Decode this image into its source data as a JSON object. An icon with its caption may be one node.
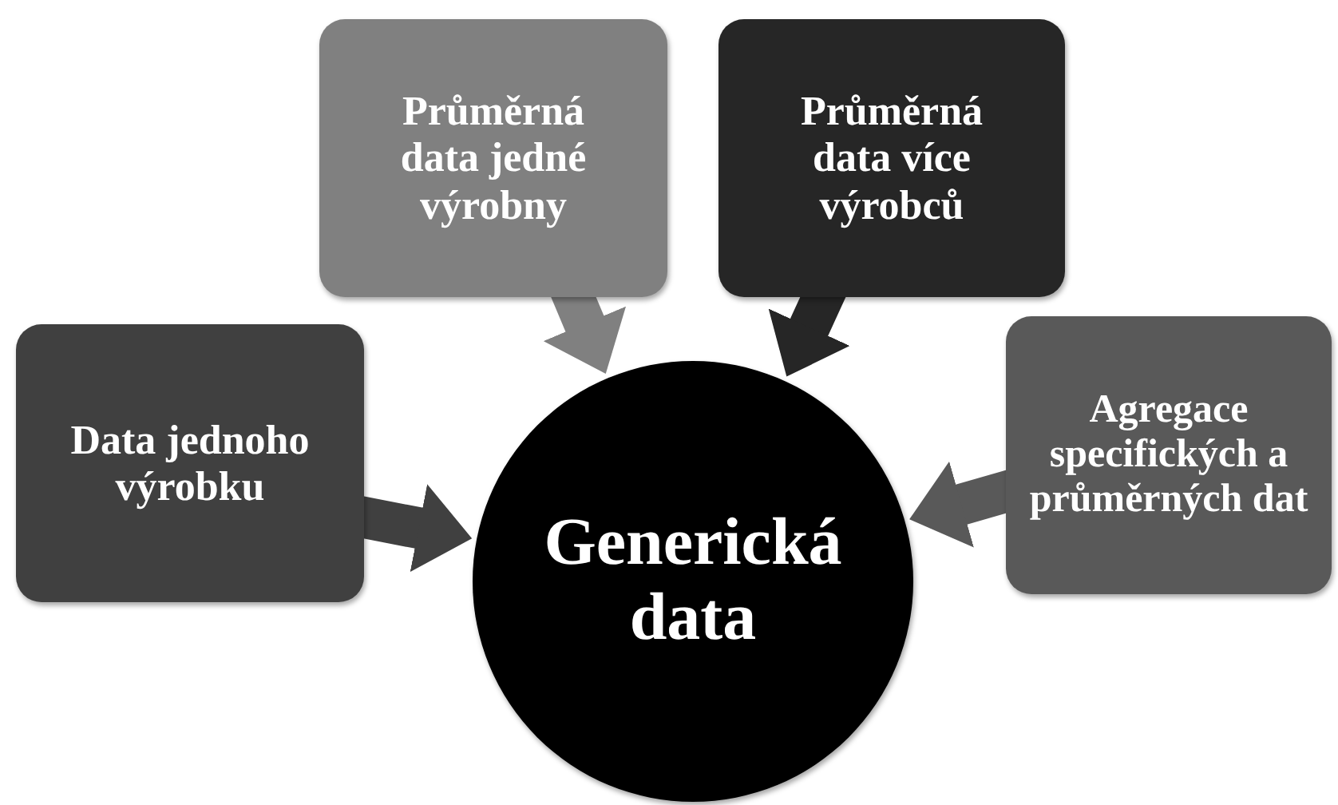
{
  "diagram": {
    "nodes": [
      {
        "text": [
          "Průměrná data jedné výrobny"
        ]
      },
      {
        "text": [
          "Průměrná data více výrobců"
        ]
      },
      {
        "text": [
          "Data jednoho výrobku"
        ]
      },
      {
        "text": [
          "Agregace specifických a průměrných dat"
        ]
      },
      {
        "text": [
          "Generická data"
        ]
      }
    ],
    "edges": [
      {
        "from": 0,
        "to": 4,
        "arrow": "to",
        "color": "#808080"
      },
      {
        "from": 1,
        "to": 4,
        "arrow": "to",
        "color": "#262626"
      },
      {
        "from": 2,
        "to": 4,
        "arrow": "to",
        "color": "#404040"
      },
      {
        "from": 3,
        "to": 4,
        "arrow": "to",
        "color": "#595959"
      }
    ]
  }
}
